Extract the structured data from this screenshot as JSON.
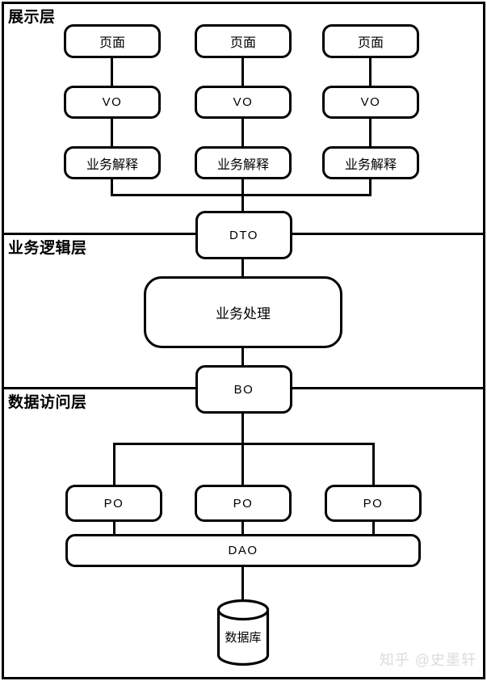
{
  "diagram": {
    "layers": {
      "presentation": "展示层",
      "business": "业务逻辑层",
      "data": "数据访问层"
    },
    "presentation_columns": [
      {
        "page": "页面",
        "vo": "VO",
        "interpret": "业务解释"
      },
      {
        "page": "页面",
        "vo": "VO",
        "interpret": "业务解释"
      },
      {
        "page": "页面",
        "vo": "VO",
        "interpret": "业务解释"
      }
    ],
    "business": {
      "dto": "DTO",
      "process": "业务处理",
      "bo": "BO"
    },
    "data_access": {
      "po": [
        "PO",
        "PO",
        "PO"
      ],
      "dao": "DAO",
      "database": "数据库"
    },
    "watermark": "知乎 @史墨轩",
    "colors": {
      "line": "#000000",
      "background": "#ffffff",
      "watermark": "#dcdcdc"
    }
  }
}
